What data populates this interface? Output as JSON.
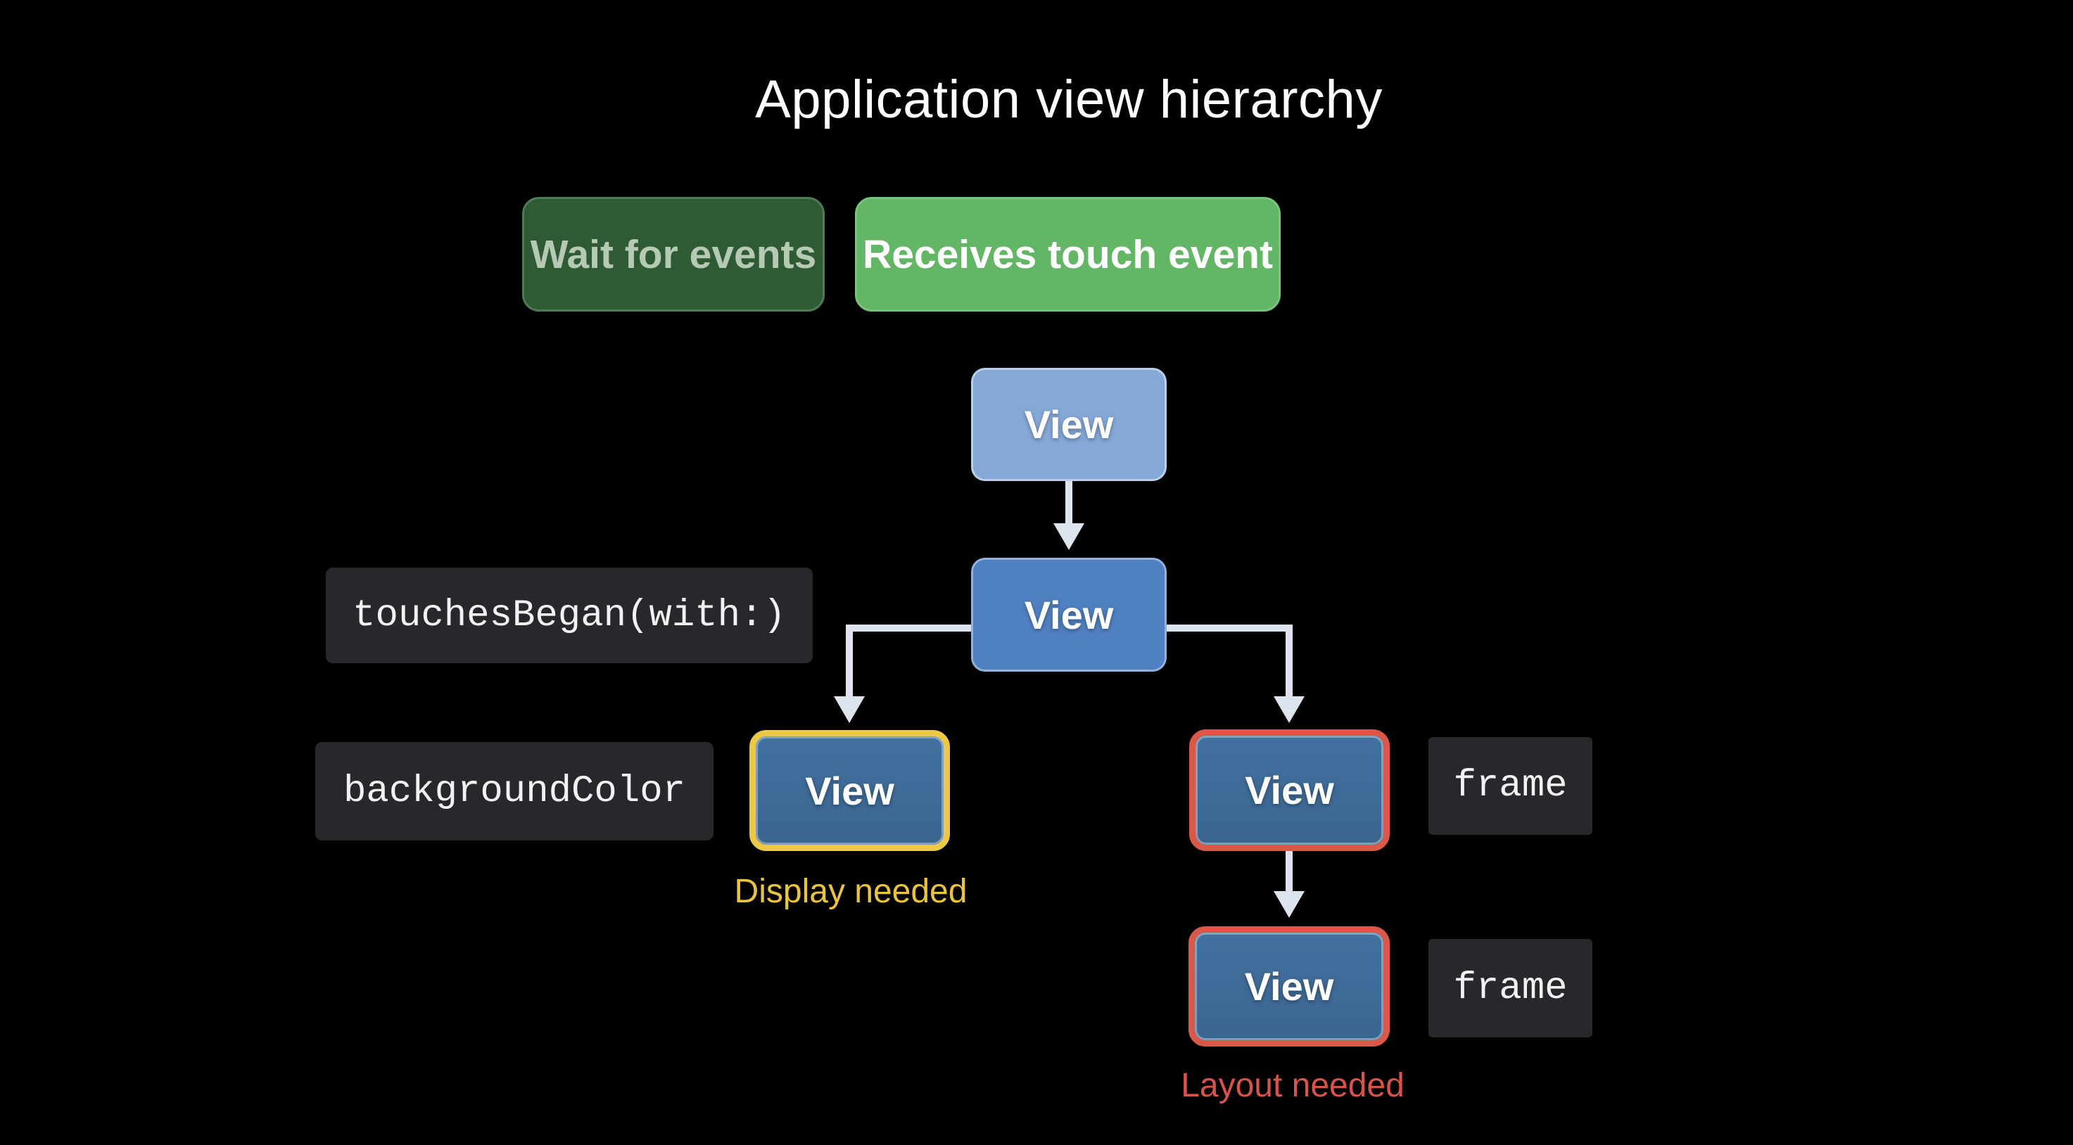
{
  "slide": {
    "title": "Application view hierarchy"
  },
  "states": [
    {
      "id": "wait",
      "label": "Wait for events",
      "state": "inactive"
    },
    {
      "id": "receives",
      "label": "Receives touch event",
      "state": "active"
    }
  ],
  "tree": {
    "root": {
      "label": "View"
    },
    "parent": {
      "label": "View",
      "method": "touchesBegan(with:)"
    },
    "display": {
      "label": "View",
      "property": "backgroundColor",
      "status": "Display needed"
    },
    "layout_parent": {
      "label": "View",
      "property": "frame"
    },
    "layout_child": {
      "label": "View",
      "property": "frame",
      "status": "Layout needed"
    }
  },
  "colors": {
    "active_green": "#63b665",
    "inactive_green": "#2e5a34",
    "inactive_green_text": "#b6c9b4",
    "view_blue_light": "#85a8d7",
    "view_blue": "#4f80c1",
    "view_blue_dark": "#3e6c9b",
    "display_yellow": "#eac43e",
    "layout_red": "#d9534b",
    "code_bg": "#26282b",
    "arrow": "#dde4ee",
    "bg": "#000000"
  }
}
